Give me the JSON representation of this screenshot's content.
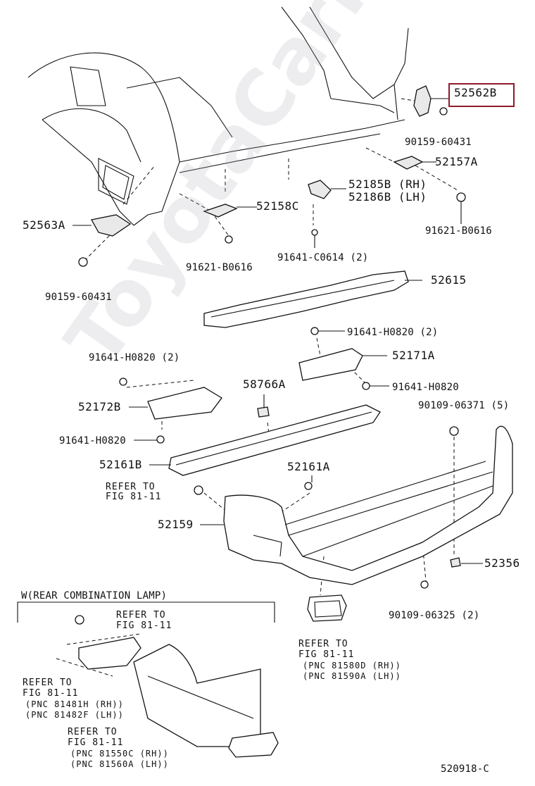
{
  "watermark": "ToyotaCarMine.ru",
  "diagram_code": "520918-C",
  "highlighted_part": "52562B",
  "callouts": {
    "p52562B": "52562B",
    "p90159_60431_top": "90159-60431",
    "p52157A": "52157A",
    "p52185B": "52185B (RH)",
    "p52186B": "52186B (LH)",
    "p91621_B0616_right": "91621-B0616",
    "p52158C": "52158C",
    "p52563A": "52563A",
    "p91621_B0616_left": "91621-B0616",
    "p91641_C0614": "91641-C0614 (2)",
    "p90159_60431_left": "90159-60431",
    "p52615": "52615",
    "p91641_H0820_2a": "91641-H0820 (2)",
    "p52171A": "52171A",
    "p91641_H0820_2b": "91641-H0820 (2)",
    "p91641_H0820_mid": "91641-H0820",
    "p58766A": "58766A",
    "p52172B": "52172B",
    "p90109_06371": "90109-06371 (5)",
    "p91641_H0820_left": "91641-H0820",
    "p52161B": "52161B",
    "p52161A": "52161A",
    "p52159": "52159",
    "p52356": "52356",
    "p90109_06325": "90109-06325 (2)"
  },
  "refer_fig_top": [
    "REFER TO",
    "FIG 81-11"
  ],
  "refer_fig_center": [
    "REFER TO",
    "FIG 81-11",
    "(PNC 81580D (RH))",
    "(PNC 81590A (LH))"
  ],
  "inset": {
    "title": "W(REAR COMBINATION LAMP)",
    "refer_a": [
      "REFER TO",
      "FIG 81-11"
    ],
    "refer_b": [
      "REFER TO",
      "FIG 81-11",
      "(PNC 81481H (RH))",
      "(PNC 81482F (LH))"
    ],
    "refer_c": [
      "REFER TO",
      "FIG 81-11",
      "(PNC 81550C (RH))",
      "(PNC 81560A (LH))"
    ]
  }
}
